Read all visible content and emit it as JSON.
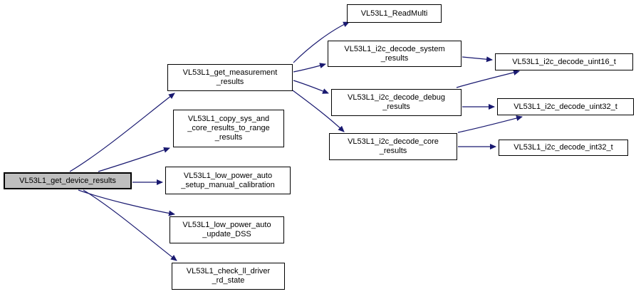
{
  "diagram": {
    "kind": "call-graph",
    "root_function": "VL53L1_get_device_results"
  },
  "colors": {
    "edge": "#191970",
    "node_border": "#000000",
    "node_fill": "#ffffff",
    "root_node_fill": "#bfbfbf",
    "background": "#ffffff",
    "text": "#000000"
  },
  "nodes": [
    {
      "id": "device",
      "label": "VL53L1_get_device_results",
      "lines": [
        "VL53L1_get_device_results"
      ],
      "highlighted": true
    },
    {
      "id": "measurement",
      "label": "VL53L1_get_measurement_results",
      "lines": [
        "VL53L1_get_measurement",
        "_results"
      ],
      "highlighted": false
    },
    {
      "id": "copy",
      "label": "VL53L1_copy_sys_and_core_results_to_range_results",
      "lines": [
        "VL53L1_copy_sys_and",
        "_core_results_to_range",
        "_results"
      ],
      "highlighted": false
    },
    {
      "id": "setup",
      "label": "VL53L1_low_power_auto_setup_manual_calibration",
      "lines": [
        "VL53L1_low_power_auto",
        "_setup_manual_calibration"
      ],
      "highlighted": false
    },
    {
      "id": "dss",
      "label": "VL53L1_low_power_auto_update_DSS",
      "lines": [
        "VL53L1_low_power_auto",
        "_update_DSS"
      ],
      "highlighted": false
    },
    {
      "id": "check",
      "label": "VL53L1_check_ll_driver_rd_state",
      "lines": [
        "VL53L1_check_ll_driver",
        "_rd_state"
      ],
      "highlighted": false
    },
    {
      "id": "readmulti",
      "label": "VL53L1_ReadMulti",
      "lines": [
        "VL53L1_ReadMulti"
      ],
      "highlighted": false
    },
    {
      "id": "system",
      "label": "VL53L1_i2c_decode_system_results",
      "lines": [
        "VL53L1_i2c_decode_system",
        "_results"
      ],
      "highlighted": false
    },
    {
      "id": "debug",
      "label": "VL53L1_i2c_decode_debug_results",
      "lines": [
        "VL53L1_i2c_decode_debug",
        "_results"
      ],
      "highlighted": false
    },
    {
      "id": "core",
      "label": "VL53L1_i2c_decode_core_results",
      "lines": [
        "VL53L1_i2c_decode_core",
        "_results"
      ],
      "highlighted": false
    },
    {
      "id": "uint16",
      "label": "VL53L1_i2c_decode_uint16_t",
      "lines": [
        "VL53L1_i2c_decode_uint16_t"
      ],
      "highlighted": false
    },
    {
      "id": "uint32",
      "label": "VL53L1_i2c_decode_uint32_t",
      "lines": [
        "VL53L1_i2c_decode_uint32_t"
      ],
      "highlighted": false
    },
    {
      "id": "int32",
      "label": "VL53L1_i2c_decode_int32_t",
      "lines": [
        "VL53L1_i2c_decode_int32_t"
      ],
      "highlighted": false
    }
  ],
  "edges": [
    {
      "from": "device",
      "to": "measurement"
    },
    {
      "from": "device",
      "to": "copy"
    },
    {
      "from": "device",
      "to": "setup"
    },
    {
      "from": "device",
      "to": "dss"
    },
    {
      "from": "device",
      "to": "check"
    },
    {
      "from": "measurement",
      "to": "readmulti"
    },
    {
      "from": "measurement",
      "to": "system"
    },
    {
      "from": "measurement",
      "to": "debug"
    },
    {
      "from": "measurement",
      "to": "core"
    },
    {
      "from": "system",
      "to": "uint16"
    },
    {
      "from": "debug",
      "to": "uint16"
    },
    {
      "from": "debug",
      "to": "uint32"
    },
    {
      "from": "core",
      "to": "uint32"
    },
    {
      "from": "core",
      "to": "int32"
    }
  ]
}
